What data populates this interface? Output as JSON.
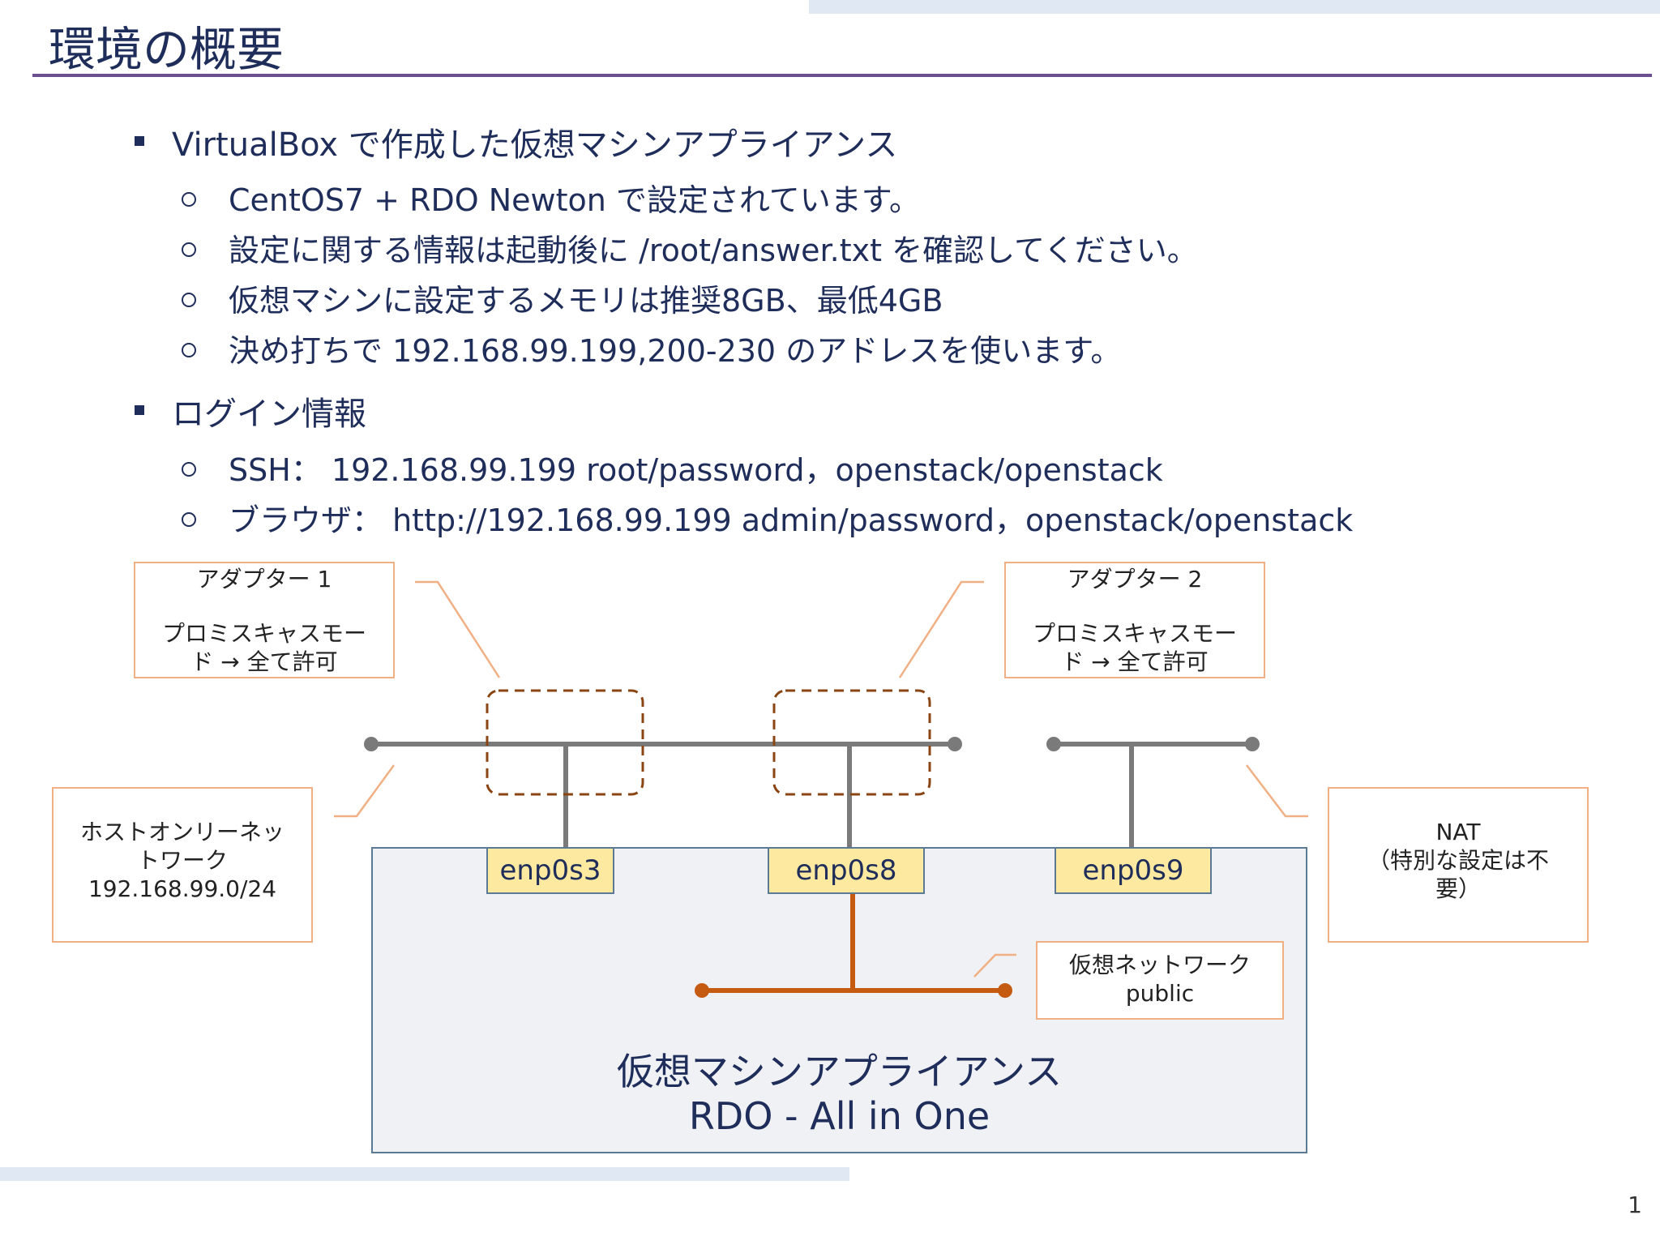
{
  "slide": {
    "title": "環境の概要",
    "page_number": "1"
  },
  "bullets": [
    {
      "text": "VirtualBox で作成した仮想マシンアプライアンス",
      "children": [
        "CentOS7 + RDO Newton で設定されています。",
        "設定に関する情報は起動後に /root/answer.txt を確認してください。",
        "仮想マシンに設定するメモリは推奨8GB、最低4GB",
        "決め打ちで 192.168.99.199,200-230 のアドレスを使います。"
      ]
    },
    {
      "text": "ログイン情報",
      "children": [
        "SSH：  192.168.99.199   root/password，openstack/openstack",
        "ブラウザ：  http://192.168.99.199 admin/password，openstack/openstack"
      ]
    }
  ],
  "diagram": {
    "adapter1": {
      "line1": "アダプター 1",
      "line2": "プロミスキャスモー",
      "line3": "ド → 全て許可"
    },
    "adapter2": {
      "line1": "アダプター 2",
      "line2": "プロミスキャスモー",
      "line3": "ド → 全て許可"
    },
    "hostonly": {
      "line1": "ホストオンリーネッ",
      "line2": "トワーク",
      "line3": "192.168.99.0/24"
    },
    "nat": {
      "line1": "NAT",
      "line2": "（特別な設定は不",
      "line3": "要）"
    },
    "virtual_network": {
      "line1": "仮想ネットワーク",
      "line2": "public"
    },
    "nics": [
      "enp0s3",
      "enp0s8",
      "enp0s9"
    ],
    "appliance": {
      "line1": "仮想マシンアプライアンス",
      "line2": "RDO - All in One"
    },
    "colors": {
      "network_line": "#7a7a7a",
      "internal_line": "#c55a11",
      "callout_border": "#f0b084",
      "dashed_box": "#8b4513",
      "nic_fill": "#fde9a0"
    }
  }
}
